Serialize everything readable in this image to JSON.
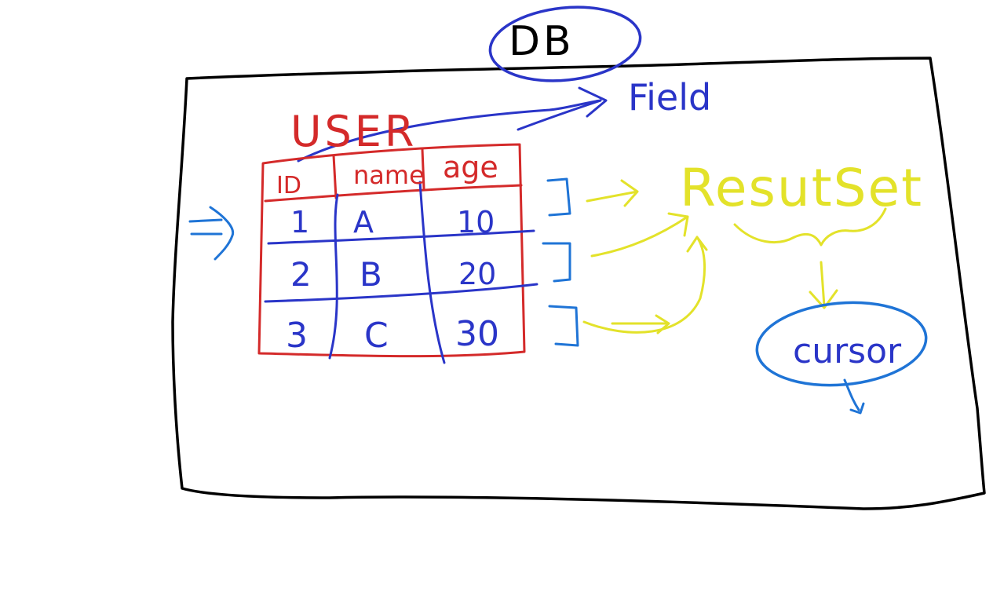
{
  "colors": {
    "frame": "#000000",
    "table": "#d42a2a",
    "annotation": "#2a35c8",
    "highlight": "#1f74d6",
    "resultset": "#e3e22a"
  },
  "db_label": "DB",
  "field_label": "Field",
  "table": {
    "name": "USER",
    "headers": [
      "ID",
      "name",
      "age"
    ],
    "rows": [
      [
        "1",
        "A",
        "10"
      ],
      [
        "2",
        "B",
        "20"
      ],
      [
        "3",
        "C",
        "30"
      ]
    ]
  },
  "resultset_label": "ResutSet",
  "cursor_label": "cursor"
}
